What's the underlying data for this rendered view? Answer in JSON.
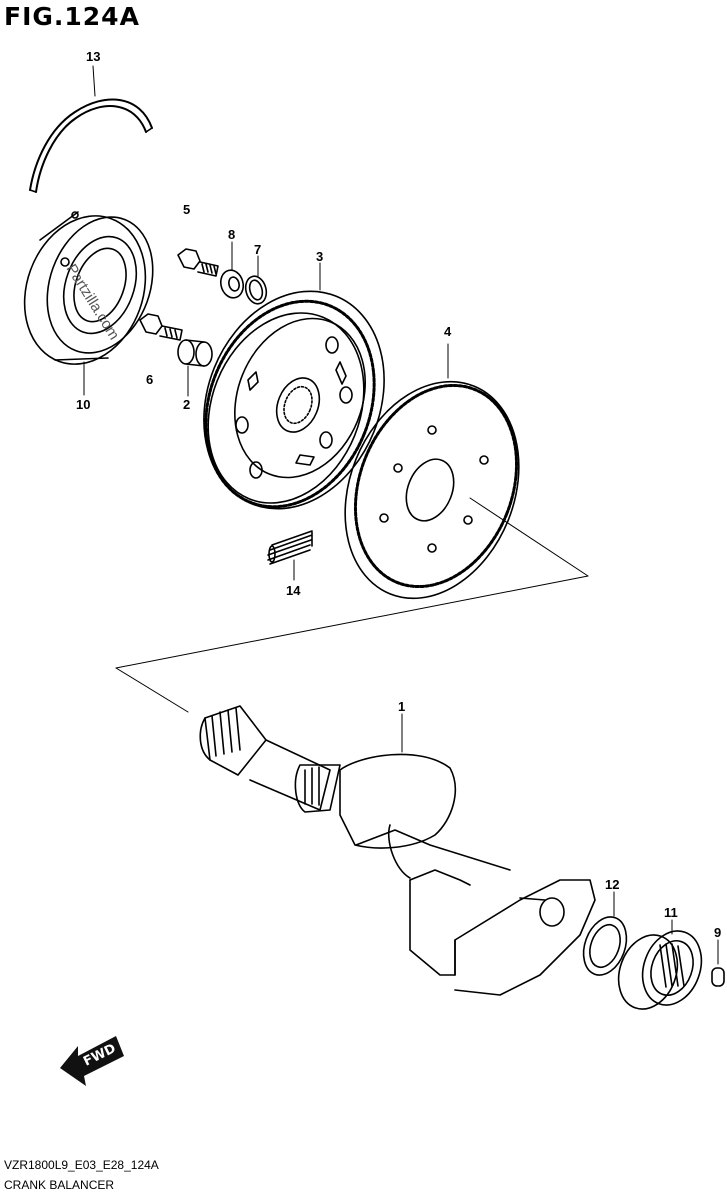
{
  "figure": {
    "title": "FIG.124A"
  },
  "callouts": [
    {
      "id": "13",
      "label": "13"
    },
    {
      "id": "5",
      "label": "5"
    },
    {
      "id": "8",
      "label": "8"
    },
    {
      "id": "7",
      "label": "7"
    },
    {
      "id": "3",
      "label": "3"
    },
    {
      "id": "4",
      "label": "4"
    },
    {
      "id": "10",
      "label": "10"
    },
    {
      "id": "6",
      "label": "6"
    },
    {
      "id": "2",
      "label": "2"
    },
    {
      "id": "14",
      "label": "14"
    },
    {
      "id": "1",
      "label": "1"
    },
    {
      "id": "12",
      "label": "12"
    },
    {
      "id": "11",
      "label": "11"
    },
    {
      "id": "9",
      "label": "9"
    }
  ],
  "watermark": "Partzilla.com",
  "fwd_label": "FWD",
  "footer": {
    "code": "VZR1800L9_E03_E28_124A",
    "caption": "CRANK BALANCER"
  }
}
